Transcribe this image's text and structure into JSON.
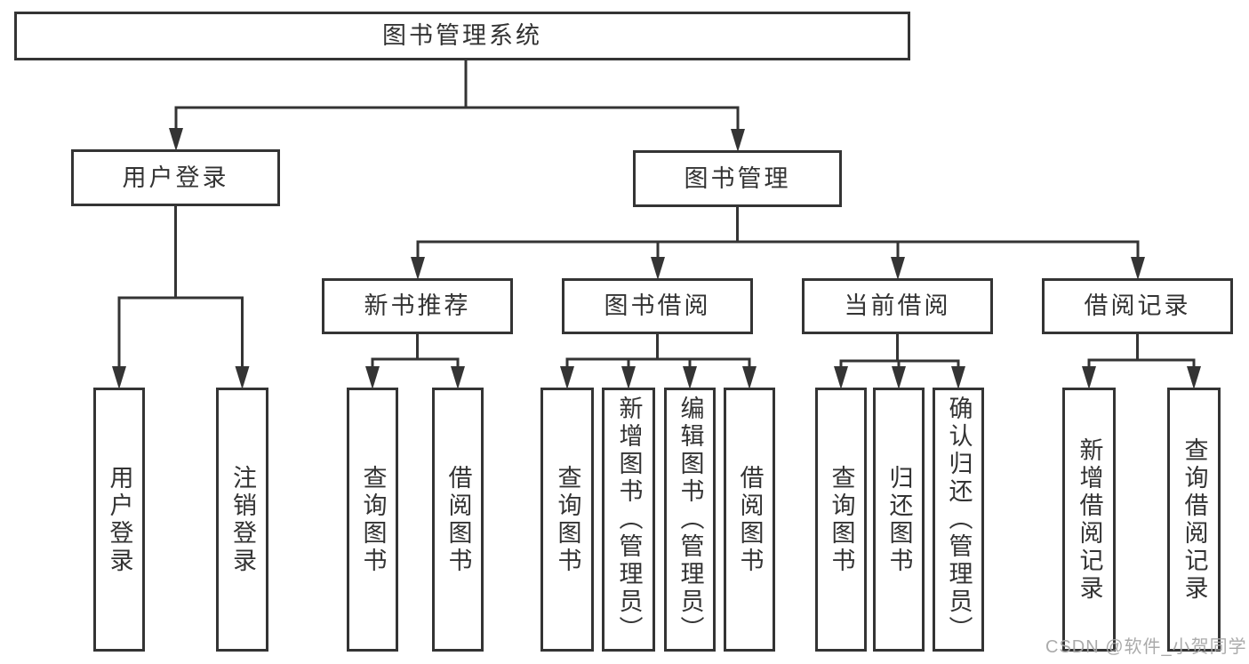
{
  "diagram": {
    "type": "tree-functional-structure",
    "watermark": "CSDN @软件_小贺同学",
    "colors": {
      "background": "#ffffff",
      "line": "#343434",
      "box_border": "#343434",
      "box_fill": "#ffffff",
      "text": "#333333",
      "watermark": "#a6a6a6"
    },
    "nodes": {
      "root": {
        "label": "图书管理系统"
      },
      "user_login": {
        "label": "用户登录"
      },
      "book_management": {
        "label": "图书管理"
      },
      "new_book_recommendation": {
        "label": "新书推荐"
      },
      "book_borrowing": {
        "label": "图书借阅"
      },
      "current_borrowing": {
        "label": "当前借阅"
      },
      "borrowing_records": {
        "label": "借阅记录"
      },
      "leaf_user_login": {
        "label": "用户登录"
      },
      "leaf_logout": {
        "label": "注销登录"
      },
      "leaf_nbr_query_books": {
        "label": "查询图书"
      },
      "leaf_nbr_borrow_books": {
        "label": "借阅图书"
      },
      "leaf_bb_query_books": {
        "label": "查询图书"
      },
      "leaf_bb_add_books": {
        "label": "新增图书（管理员）"
      },
      "leaf_bb_edit_books": {
        "label": "编辑图书（管理员）"
      },
      "leaf_bb_borrow_books": {
        "label": "借阅图书"
      },
      "leaf_cb_query_books": {
        "label": "查询图书"
      },
      "leaf_cb_return_books": {
        "label": "归还图书"
      },
      "leaf_cb_confirm_return": {
        "label": "确认归还（管理员）"
      },
      "leaf_br_add_record": {
        "label": "新增借阅记录"
      },
      "leaf_br_query_record": {
        "label": "查询借阅记录"
      }
    },
    "structure": {
      "root": "图书管理系统",
      "branches": [
        {
          "label": "用户登录",
          "children": [
            "用户登录",
            "注销登录"
          ]
        },
        {
          "label": "图书管理",
          "children": [
            {
              "label": "新书推荐",
              "children": [
                "查询图书",
                "借阅图书"
              ]
            },
            {
              "label": "图书借阅",
              "children": [
                "查询图书",
                "新增图书（管理员）",
                "编辑图书（管理员）",
                "借阅图书"
              ]
            },
            {
              "label": "当前借阅",
              "children": [
                "查询图书",
                "归还图书",
                "确认归还（管理员）"
              ]
            },
            {
              "label": "借阅记录",
              "children": [
                "新增借阅记录",
                "查询借阅记录"
              ]
            }
          ]
        }
      ]
    }
  }
}
